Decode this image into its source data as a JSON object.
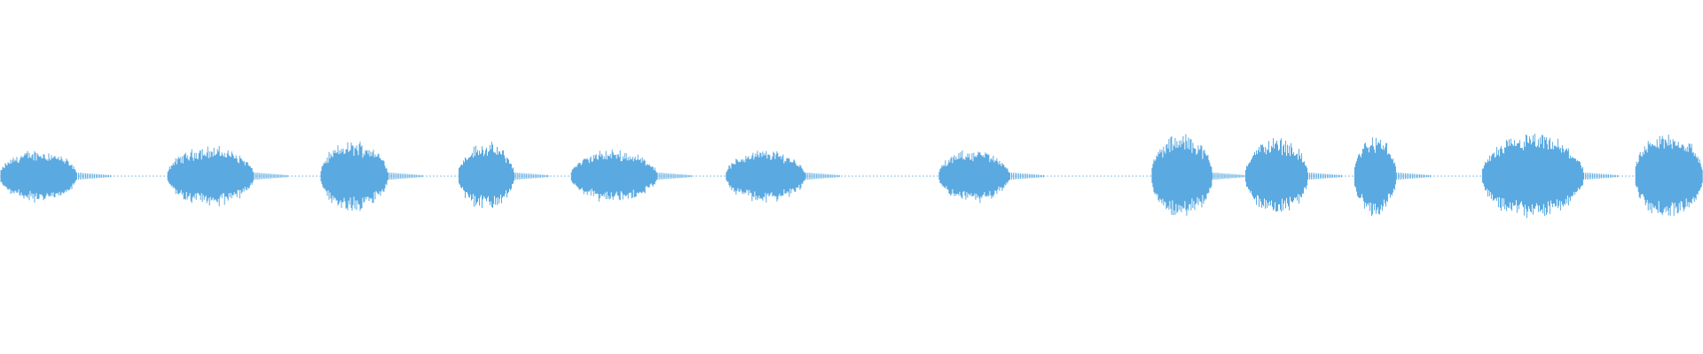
{
  "waveform": {
    "color": "#5aa9e1",
    "background": "#ffffff",
    "bursts": [
      {
        "start": 0.0,
        "end": 0.045,
        "peak": 0.3
      },
      {
        "start": 0.098,
        "end": 0.149,
        "peak": 0.34
      },
      {
        "start": 0.188,
        "end": 0.228,
        "peak": 0.4
      },
      {
        "start": 0.269,
        "end": 0.302,
        "peak": 0.38
      },
      {
        "start": 0.335,
        "end": 0.386,
        "peak": 0.3
      },
      {
        "start": 0.426,
        "end": 0.473,
        "peak": 0.3
      },
      {
        "start": 0.551,
        "end": 0.593,
        "peak": 0.3
      },
      {
        "start": 0.676,
        "end": 0.712,
        "peak": 0.48
      },
      {
        "start": 0.731,
        "end": 0.768,
        "peak": 0.44
      },
      {
        "start": 0.795,
        "end": 0.82,
        "peak": 0.46
      },
      {
        "start": 0.87,
        "end": 0.93,
        "peak": 0.48
      },
      {
        "start": 0.96,
        "end": 1.0,
        "peak": 0.5
      }
    ],
    "noise_floor": 0.012
  }
}
